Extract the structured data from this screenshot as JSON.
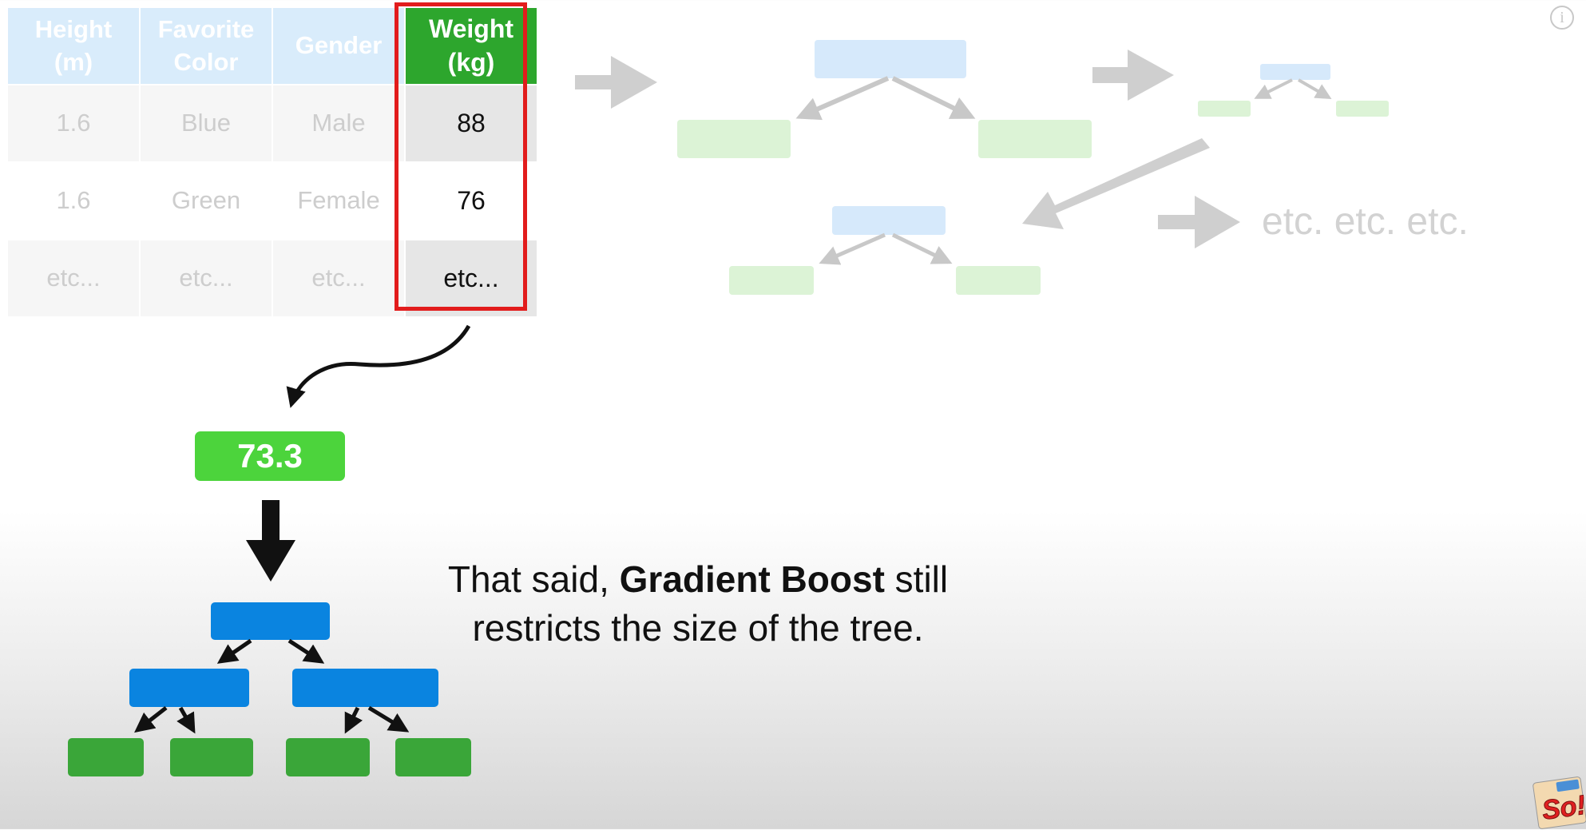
{
  "table": {
    "headers": [
      "Height\n(m)",
      "Favorite\nColor",
      "Gender",
      "Weight\n(kg)"
    ],
    "rows": [
      [
        "1.6",
        "Blue",
        "Male",
        "88"
      ],
      [
        "1.6",
        "Green",
        "Female",
        "76"
      ],
      [
        "etc...",
        "etc...",
        "etc...",
        "etc..."
      ]
    ]
  },
  "etc_label": "etc. etc. etc.",
  "prediction": "73.3",
  "caption": {
    "part1": "That said, ",
    "bold": "Gradient Boost",
    "part2": " still restricts the size of the tree."
  },
  "colors": {
    "highlight_border": "#e21c1c",
    "target_header": "#2da62d",
    "prediction": "#4cd43c",
    "node_blue": "#0a84e0",
    "leaf_green": "#3aa639",
    "faded_blue": "#d6e9fb",
    "faded_green": "#dcf3d6",
    "faded_arrow": "#cfcfcf"
  },
  "icons": {
    "info": "info-icon",
    "logo": "channel-logo"
  },
  "logo_text": "So!"
}
